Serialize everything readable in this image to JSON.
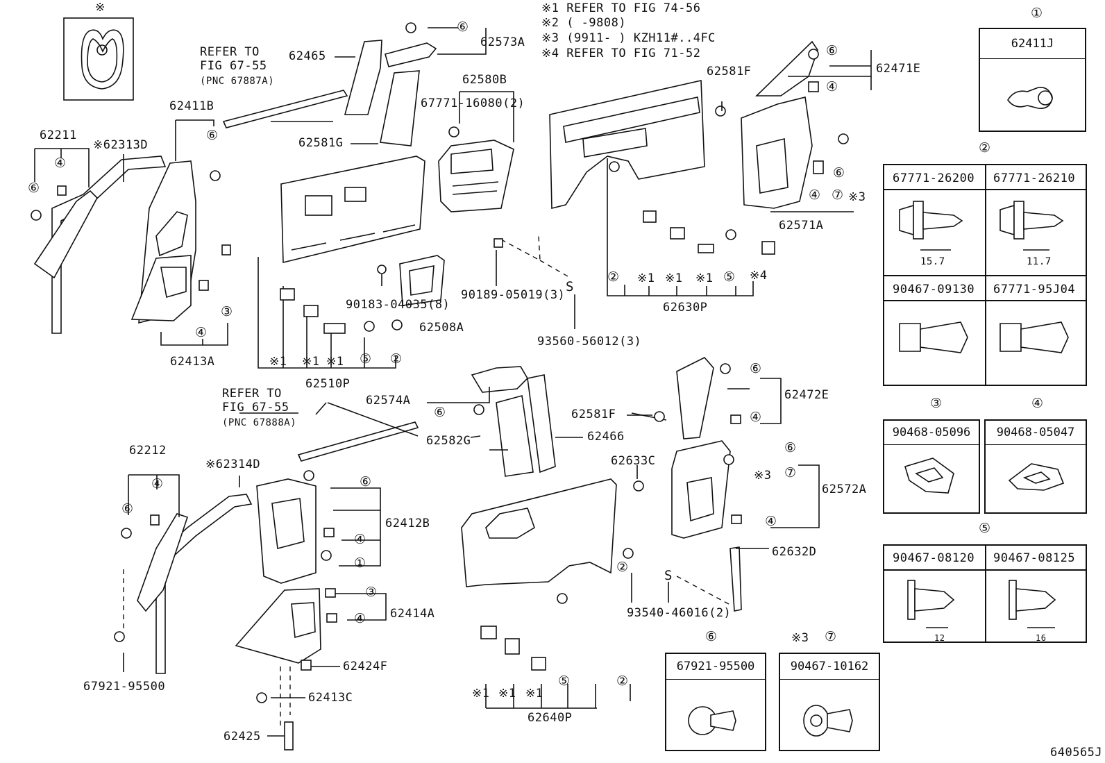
{
  "notes": {
    "inset_mark": "※",
    "n1": "※1 REFER TO FIG 74-56",
    "n2": "※2 (      -9808)",
    "n3": "※3 (9911-      ) KZH11#..4FC",
    "n4": "※4 REFER TO FIG 71-52"
  },
  "refs": {
    "upper_refer": "REFER TO",
    "upper_fig": "FIG 67-55",
    "upper_pnc": "(PNC 67887A)",
    "lower_refer": "REFER TO",
    "lower_fig": "FIG 67-55",
    "lower_pnc": "(PNC 67888A)"
  },
  "labels": {
    "p62465": "62465",
    "p62573A": "62573A",
    "p62580B": "62580B",
    "p67771_16080": "67771-16080(2)",
    "p62581G": "62581G",
    "p62411B": "62411B",
    "p62211": "62211",
    "p62313D": "※62313D",
    "p62413A": "62413A",
    "p62510P": "62510P",
    "p90183": "90183-04035(8)",
    "p62508A": "62508A",
    "p90189": "90189-05019(3)",
    "p93560": "93560-56012(3)",
    "p62581F_top": "62581F",
    "p62471E": "62471E",
    "p62571A": "62571A",
    "p62630P": "62630P",
    "p62574A": "62574A",
    "p62581F_mid": "62581F",
    "p62466": "62466",
    "p62582G": "62582G",
    "p62472E": "62472E",
    "p62633C": "62633C",
    "p62572A": "62572A",
    "p62632D": "62632D",
    "p93540": "93540-46016(2)",
    "p62212": "62212",
    "p62314D": "※62314D",
    "p62412B": "62412B",
    "p62414A": "62414A",
    "p62424F": "62424F",
    "p62413C": "62413C",
    "p62425": "62425",
    "p67921_lower": "67921-95500",
    "p62640P": "62640P",
    "fig_id": "640565J"
  },
  "clip_legend": [
    {
      "circle": "①",
      "parts": [
        "62411J"
      ]
    },
    {
      "circle": "②",
      "parts": [
        "67771-26200",
        "67771-26210"
      ],
      "dims": [
        "15.7",
        "11.7"
      ],
      "parts2": [
        "90467-09130",
        "67771-95J04"
      ]
    },
    {
      "circle": "③",
      "parts": [
        "90468-05096"
      ]
    },
    {
      "circle": "④",
      "parts": [
        "90468-05047"
      ]
    },
    {
      "circle": "⑤",
      "parts": [
        "90467-08120",
        "90467-08125"
      ],
      "dims": [
        "12",
        "16"
      ]
    },
    {
      "circle": "⑥",
      "parts": [
        "67921-95500"
      ]
    },
    {
      "circle": "⑦",
      "prefix": "※3",
      "parts": [
        "90467-10162"
      ]
    }
  ],
  "callouts": {
    "c1": "①",
    "c2": "②",
    "c3": "③",
    "c4": "④",
    "c5": "⑤",
    "c6": "⑥",
    "c7": "⑦",
    "cs": "S",
    "x1": "※1",
    "x3": "※3",
    "x4": "※4"
  }
}
